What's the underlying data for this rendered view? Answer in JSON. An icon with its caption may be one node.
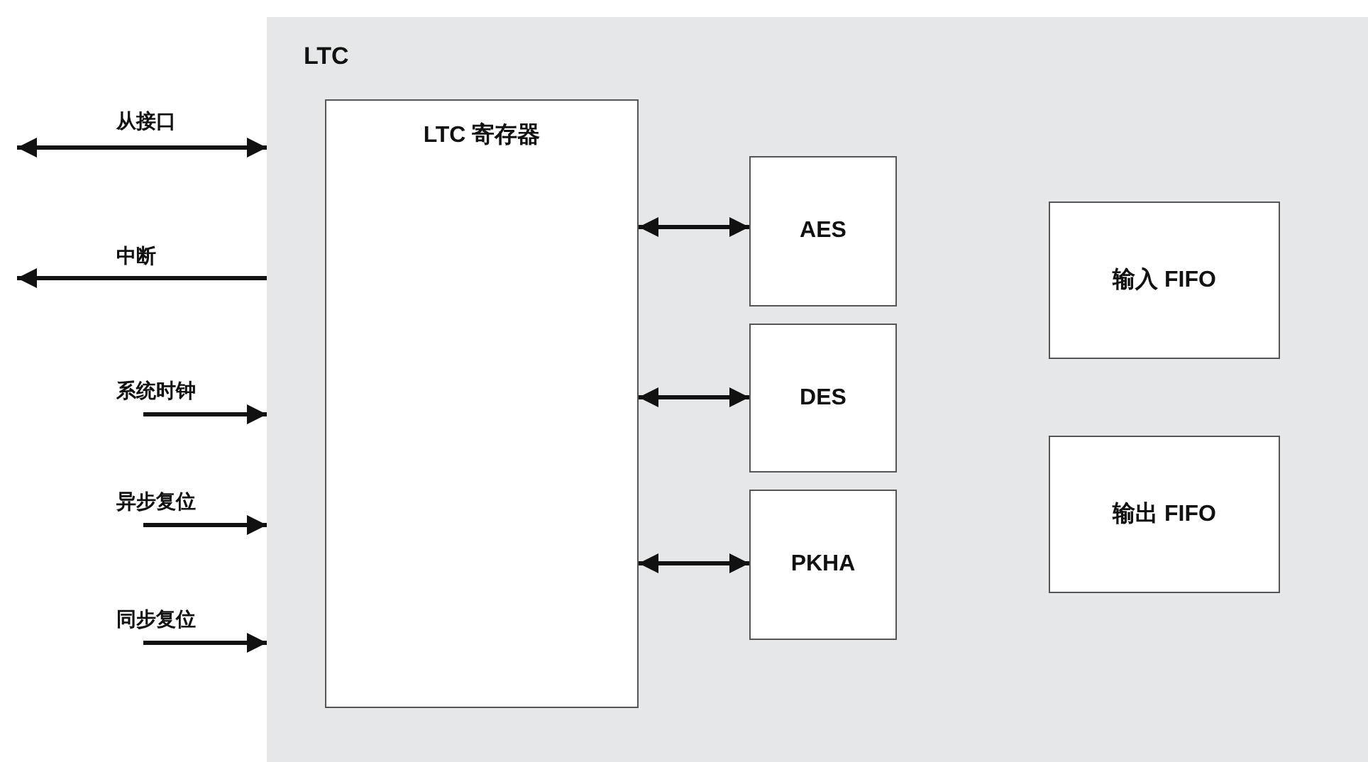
{
  "diagram": {
    "nodes": [
      {
        "text": [
          "LTC"
        ]
      },
      {
        "text": [
          "LTC 寄存器"
        ],
        "in": 0
      },
      {
        "text": [
          "AES"
        ],
        "in": 0
      },
      {
        "text": [
          "DES"
        ],
        "in": 0
      },
      {
        "text": [
          "PKHA"
        ],
        "in": 0
      },
      {
        "text": [
          "输入 FIFO"
        ],
        "in": 0
      },
      {
        "text": [
          "输出 FIFO"
        ],
        "in": 0
      }
    ],
    "edges": [
      {
        "from": null,
        "to": 0,
        "arrow": "both",
        "label": "从接口"
      },
      {
        "from": 0,
        "to": null,
        "arrow": "to",
        "label": "中断"
      },
      {
        "from": null,
        "to": 0,
        "arrow": "to",
        "label": "系统时钟"
      },
      {
        "from": null,
        "to": 0,
        "arrow": "to",
        "label": "异步复位"
      },
      {
        "from": null,
        "to": 0,
        "arrow": "to",
        "label": "同步复位"
      },
      {
        "from": 1,
        "to": 2,
        "arrow": "both"
      },
      {
        "from": 1,
        "to": 3,
        "arrow": "both"
      },
      {
        "from": 1,
        "to": 4,
        "arrow": "both"
      }
    ]
  }
}
